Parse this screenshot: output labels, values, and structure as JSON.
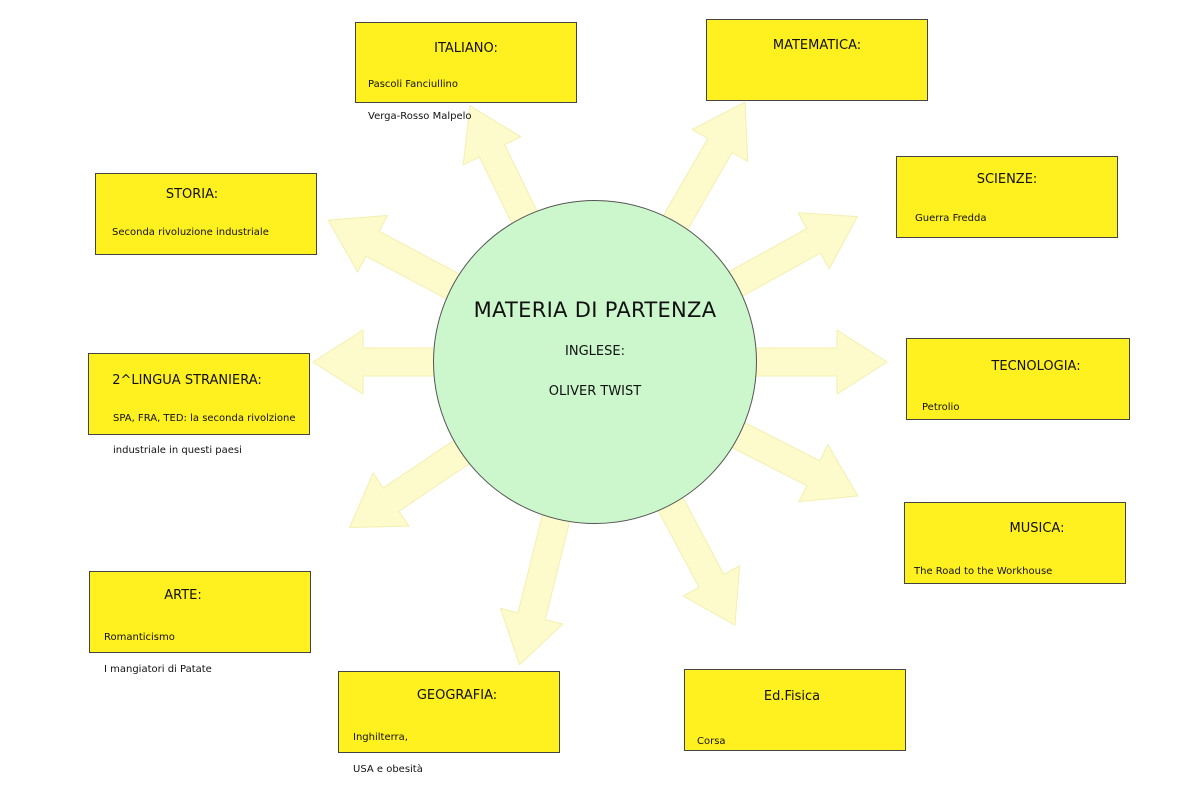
{
  "center": {
    "title": "MATERIA DI PARTENZA",
    "subject": "INGLESE:",
    "topic": "OLIVER TWIST"
  },
  "colors": {
    "hub_fill": "#ccf7cc",
    "box_fill": "#fff020",
    "arrow_fill": "#fdfbcc"
  },
  "nodes": {
    "italiano": {
      "title": "ITALIANO:",
      "lines": [
        "Pascoli Fanciullino",
        "Verga-Rosso Malpelo"
      ]
    },
    "matematica": {
      "title": "MATEMATICA:",
      "lines": []
    },
    "scienze": {
      "title": "SCIENZE:",
      "lines": [
        "Guerra Fredda"
      ]
    },
    "tecnologia": {
      "title": "TECNOLOGIA:",
      "lines": [
        "Petrolio"
      ]
    },
    "musica": {
      "title": "MUSICA:",
      "lines": [
        "The Road to the Workhouse"
      ]
    },
    "edfisica": {
      "title": "Ed.Fisica",
      "lines": [
        "Corsa"
      ]
    },
    "geografia": {
      "title": "GEOGRAFIA:",
      "lines": [
        "Inghilterra,",
        "USA e obesità"
      ]
    },
    "arte": {
      "title": "ARTE:",
      "lines": [
        "Romanticismo",
        "I mangiatori di Patate"
      ]
    },
    "lingua2": {
      "title": "2^LINGUA STRANIERA:",
      "lines": [
        "SPA, FRA, TED: la seconda rivolzione",
        "industriale in questi paesi"
      ]
    },
    "storia": {
      "title": "STORIA:",
      "lines": [
        "Seconda rivoluzione industriale"
      ]
    }
  }
}
